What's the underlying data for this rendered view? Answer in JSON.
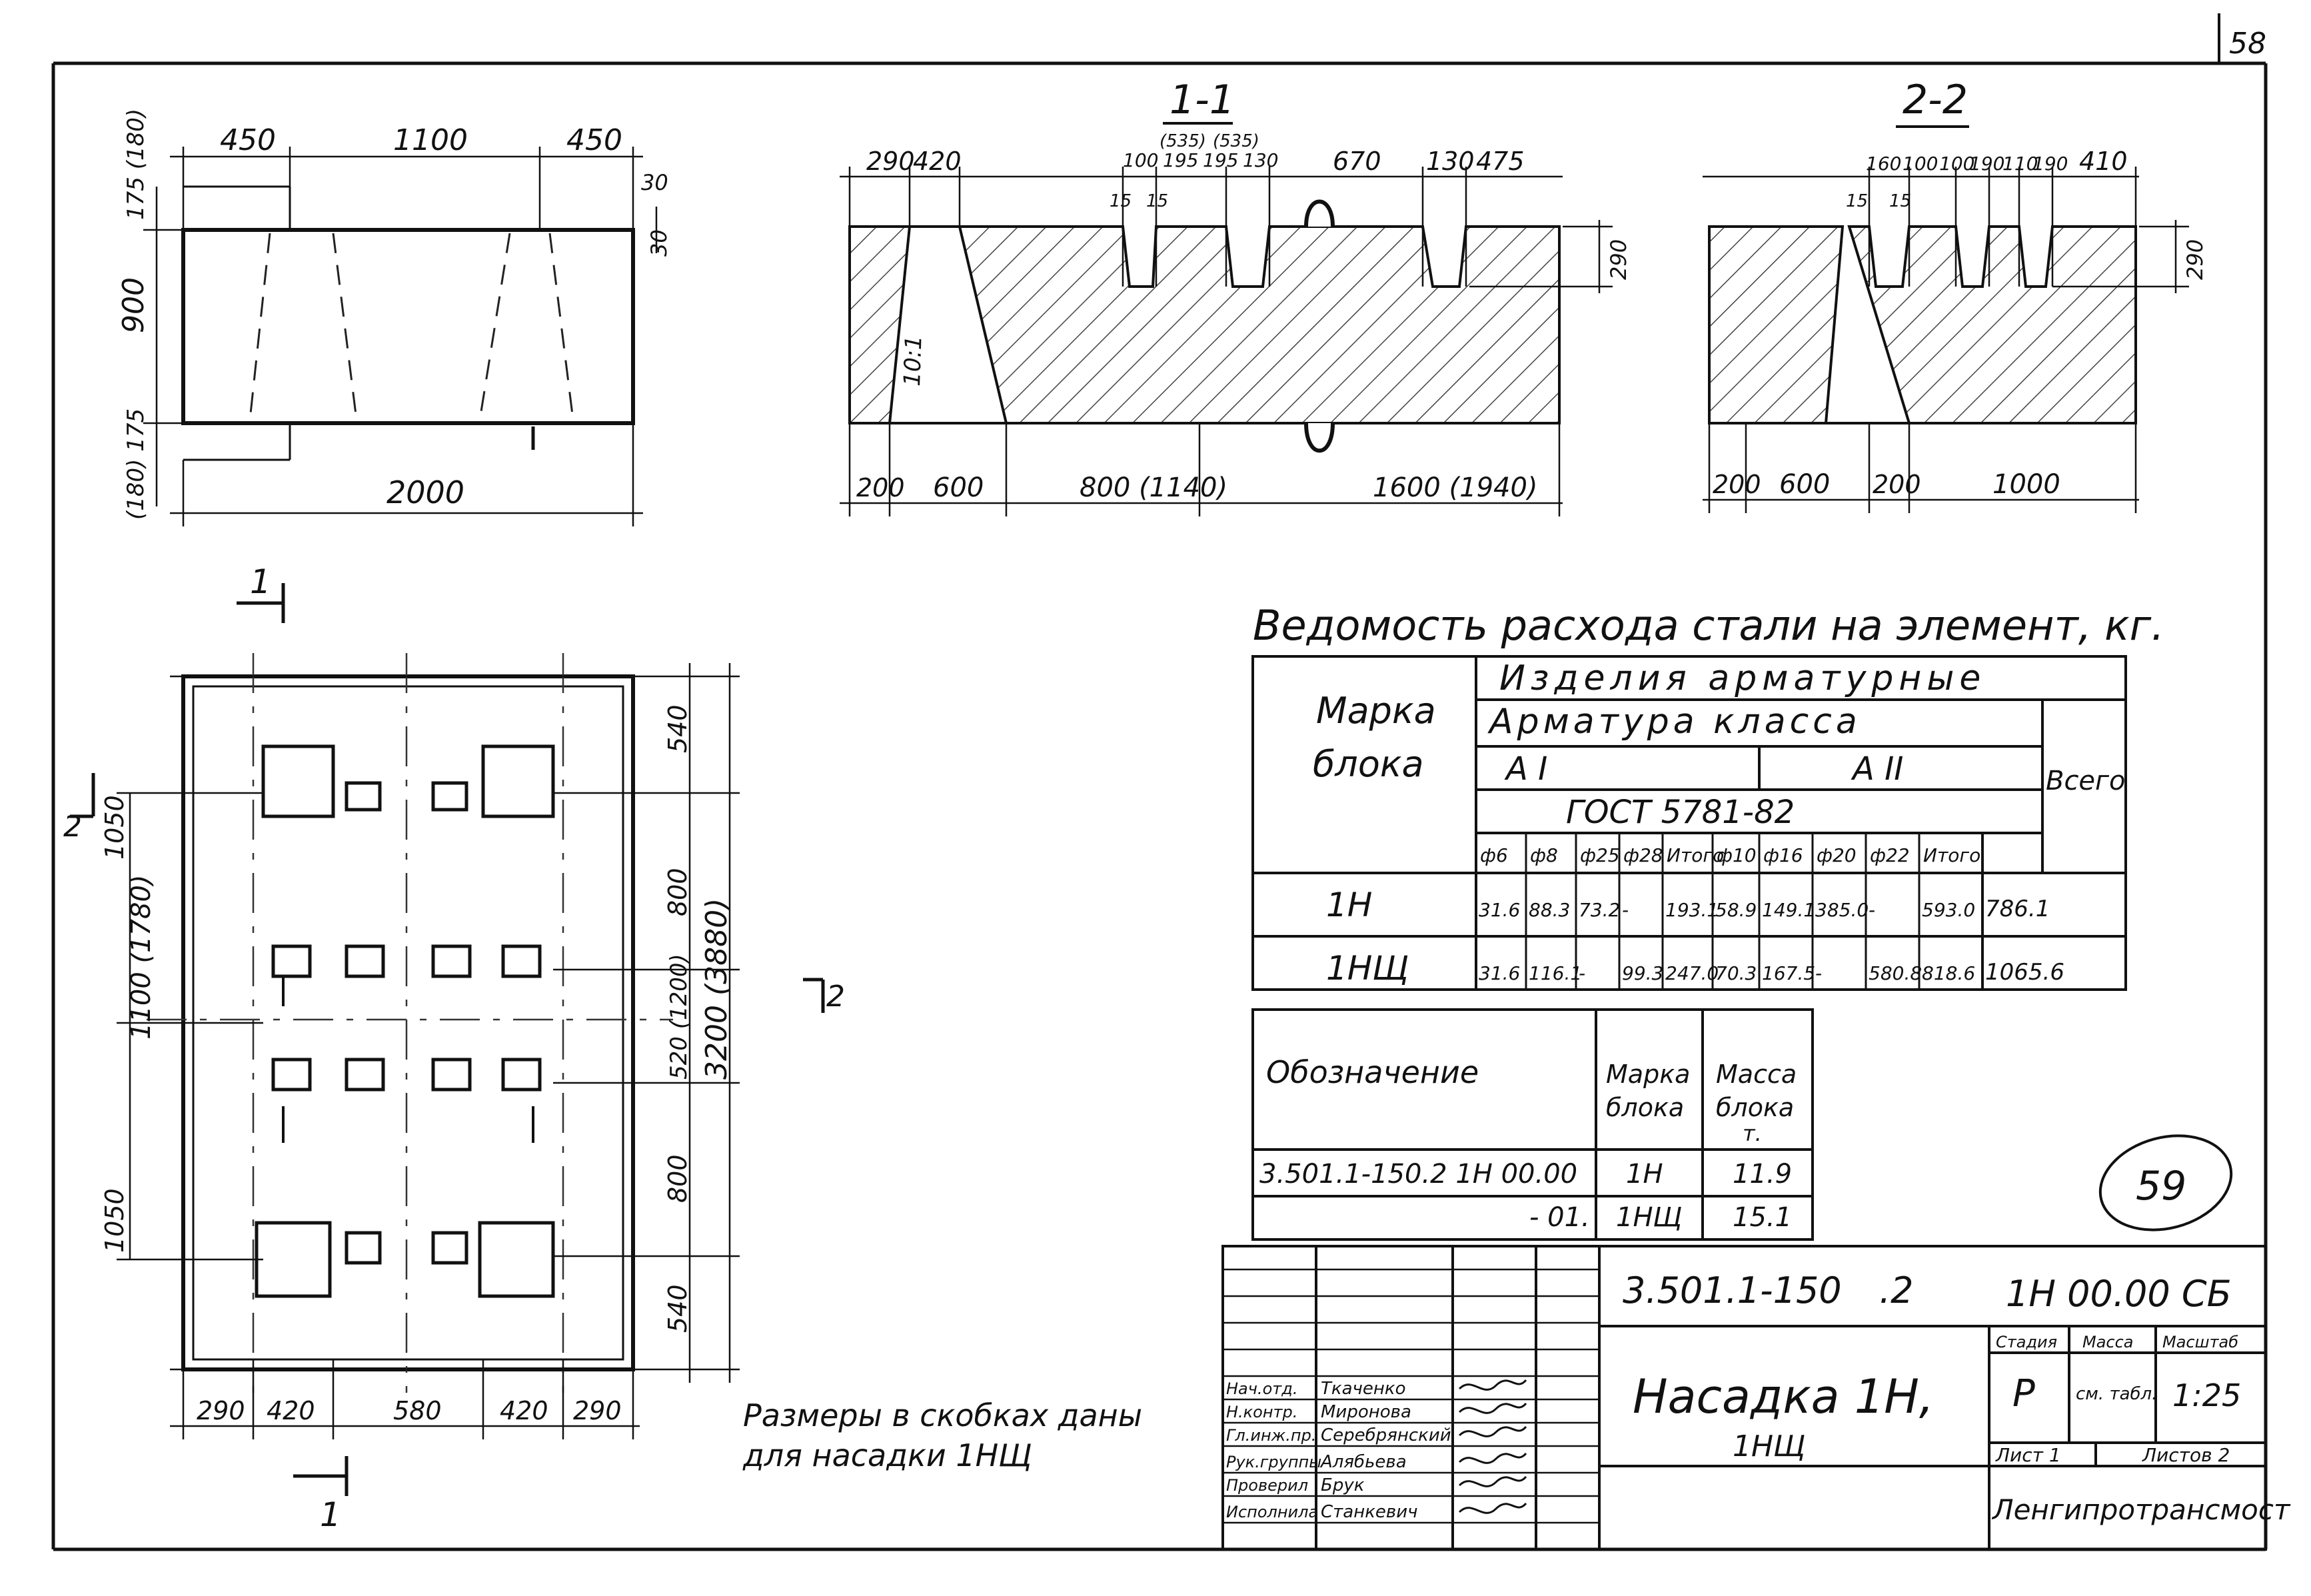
{
  "sheet": {
    "page_number": "58",
    "stamp": "59"
  },
  "plan_view": {
    "dims_top": [
      "450",
      "1100",
      "450"
    ],
    "dim_overall": "2000",
    "dim_height": "900",
    "dim_left_top": "175 (180)",
    "dim_left_bottom": "(180) 175",
    "dim_right_1": "30",
    "dim_right_2": "30"
  },
  "section_1": {
    "title": "1-1",
    "dims_top": [
      "290",
      "420",
      "100",
      "195",
      "195",
      "130",
      "670",
      "130",
      "475"
    ],
    "dims_paren": [
      "(535)",
      "(535)"
    ],
    "dims_small": [
      "15",
      "15"
    ],
    "slope": "10:1",
    "depth": "290",
    "dims_bottom": [
      "200",
      "600",
      "800 (1140)",
      "1600 (1940)"
    ]
  },
  "section_2": {
    "title": "2-2",
    "dims_top": [
      "160",
      "100",
      "100",
      "190",
      "110",
      "190",
      "410"
    ],
    "dims_small": [
      "15",
      "15"
    ],
    "depth": "290",
    "dims_bottom": [
      "200",
      "600",
      "200",
      "1000"
    ]
  },
  "cut_markers": {
    "m1": "1",
    "m2": "2"
  },
  "bottom_view": {
    "dims_right": [
      "540",
      "800",
      "520 (1200)",
      "800",
      "540"
    ],
    "dim_right_total": "3200 (3880)",
    "dims_left": [
      "1050",
      "1100 (1780)",
      "1050"
    ],
    "dims_bottom": [
      "290",
      "420",
      "580",
      "420",
      "290"
    ]
  },
  "note": {
    "line1": "Размеры в скобках даны",
    "line2": "для насадки 1НЩ"
  },
  "steel_table": {
    "title": "Ведомость расхода стали на элемент, кг.",
    "head_mark": [
      "Марка",
      "блока"
    ],
    "head_products": "Изделия арматурные",
    "head_class": "Арматура класса",
    "head_ai": "А I",
    "head_aii": "А II",
    "head_total": "Всего",
    "head_gost": "ГОСТ 5781-82",
    "cols": [
      "ф6",
      "ф8",
      "ф25",
      "ф28",
      "Итого",
      "ф10",
      "ф16",
      "ф20",
      "ф22",
      "Итого"
    ],
    "rows": [
      {
        "mark": "1Н",
        "vals": [
          "31.6",
          "88.3",
          "73.2",
          "-",
          "193.1",
          "58.9",
          "149.1",
          "385.0",
          "-",
          "593.0",
          "786.1"
        ]
      },
      {
        "mark": "1НЩ",
        "vals": [
          "31.6",
          "116.1",
          "-",
          "99.3",
          "247.0",
          "70.3",
          "167.5",
          "-",
          "580.8",
          "818.6",
          "1065.6"
        ]
      }
    ]
  },
  "mass_table": {
    "head_designation": "Обозначение",
    "head_mark": [
      "Марка",
      "блока"
    ],
    "head_mass": [
      "Масса",
      "блока",
      "т."
    ],
    "rows": [
      {
        "designation": "3.501.1-150.2 1Н 00.00",
        "mark": "1Н",
        "mass": "11.9"
      },
      {
        "designation": "- 01.",
        "mark": "1НЩ",
        "mass": "15.1"
      }
    ]
  },
  "title_block": {
    "code": "3.501.1-150",
    "code_part": ".2",
    "doc": "1Н 00.00 СБ",
    "name": "Насадка 1Н,",
    "name2": "1НЩ",
    "stage_label": "Стадия",
    "mass_label": "Масса",
    "scale_label": "Масштаб",
    "stage": "Р",
    "mass": "см. табл.",
    "scale": "1:25",
    "sheet_label": "Лист 1",
    "sheets_label": "Листов 2",
    "org": "Ленгипротрансмост",
    "roles": [
      "Нач.отд.",
      "Н.контр.",
      "Гл.инж.пр.",
      "Рук.группы",
      "Проверил",
      "Исполнила"
    ],
    "names": [
      "Ткаченко",
      "Миронова",
      "Серебрянский",
      "Алябьева",
      "Брук",
      "Станкевич"
    ]
  }
}
